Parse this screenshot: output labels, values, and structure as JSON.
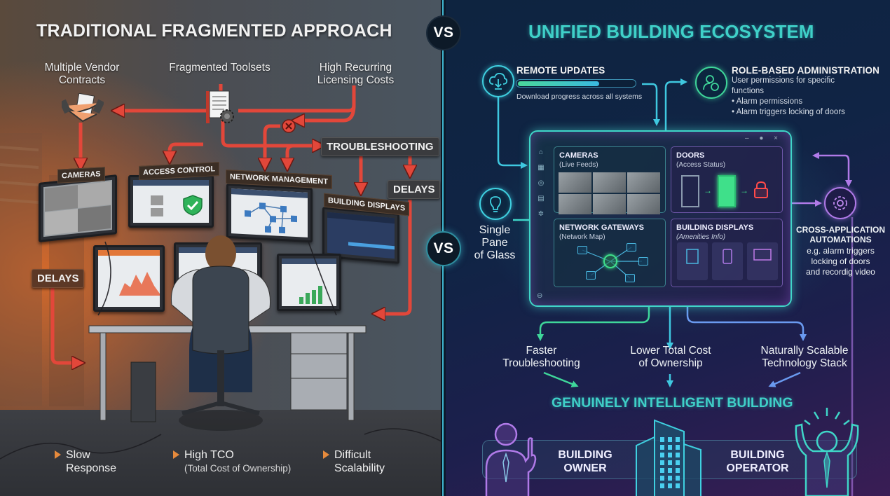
{
  "left": {
    "title": "TRADITIONAL FRAGMENTED APPROACH",
    "top_labels": [
      "Multiple Vendor Contracts",
      "Fragmented Toolsets",
      "High Recurring Licensing Costs"
    ],
    "top_labels_lines": [
      [
        "Multiple Vendor",
        "Contracts"
      ],
      [
        "Fragmented Toolsets"
      ],
      [
        "High Recurring",
        "Licensing Costs"
      ]
    ],
    "tags": {
      "troubleshooting": "TROUBLESHOOTING",
      "delays_right": "DELAYS",
      "delays_left": "DELAYS"
    },
    "monitor_labels": [
      "CAMERAS",
      "ACCESS CONTROL",
      "NETWORK MANAGEMENT",
      "BUILDING DISPLAYS"
    ],
    "bullets": [
      {
        "line1": "Slow",
        "line2": "Response"
      },
      {
        "line1": "High TCO",
        "line2": "(Total Cost of Ownership)"
      },
      {
        "line1": "Difficult",
        "line2": "Scalability"
      }
    ],
    "colors": {
      "arrow": "#e2473a",
      "bullet": "#e68a3c"
    }
  },
  "vs_label": "VS",
  "right": {
    "title": "UNIFIED BUILDING ECOSYSTEM",
    "remote_updates": {
      "heading": "REMOTE UPDATES",
      "caption": "Download progress across all systems",
      "progress": 0.7
    },
    "role_admin": {
      "heading": "ROLE-BASED ADMINISTRATION",
      "desc_line1": "User permissions for specific",
      "desc_line2": "functions",
      "items": [
        "• Alarm permissions",
        "• Alarm triggers locking of doors"
      ]
    },
    "single_pane": [
      "Single",
      "Pane",
      "of Glass"
    ],
    "cross_app": {
      "heading_line1": "CROSS-APPLICATION",
      "heading_line2": "AUTOMATIONS",
      "desc": [
        "e.g. alarm triggers",
        "locking of doors",
        "and recordig video"
      ]
    },
    "dashboard": {
      "window_controls": "– ● ×",
      "panels": [
        {
          "title": "CAMERAS",
          "subtitle": "(Live Feeds)"
        },
        {
          "title": "DOORS",
          "subtitle": "(Access Status)"
        },
        {
          "title": "NETWORK GATEWAYS",
          "subtitle": "(Network Map)"
        },
        {
          "title": "BUILDING DISPLAYS",
          "subtitle": "(Amenities Info)"
        }
      ]
    },
    "outcomes": [
      [
        "Faster",
        "Troubleshooting"
      ],
      [
        "Lower Total Cost",
        "of Ownership"
      ],
      [
        "Naturally Scalable",
        "Technology Stack"
      ]
    ],
    "result": "GENUINELY INTELLIGENT BUILDING",
    "people": [
      [
        "BUILDING",
        "OWNER"
      ],
      [
        "BUILDING",
        "OPERATOR"
      ]
    ],
    "colors": {
      "accent": "#3fd0c8",
      "green": "#3fe08a",
      "purple": "#b07ae8",
      "lock": "#ff4a4a"
    }
  }
}
